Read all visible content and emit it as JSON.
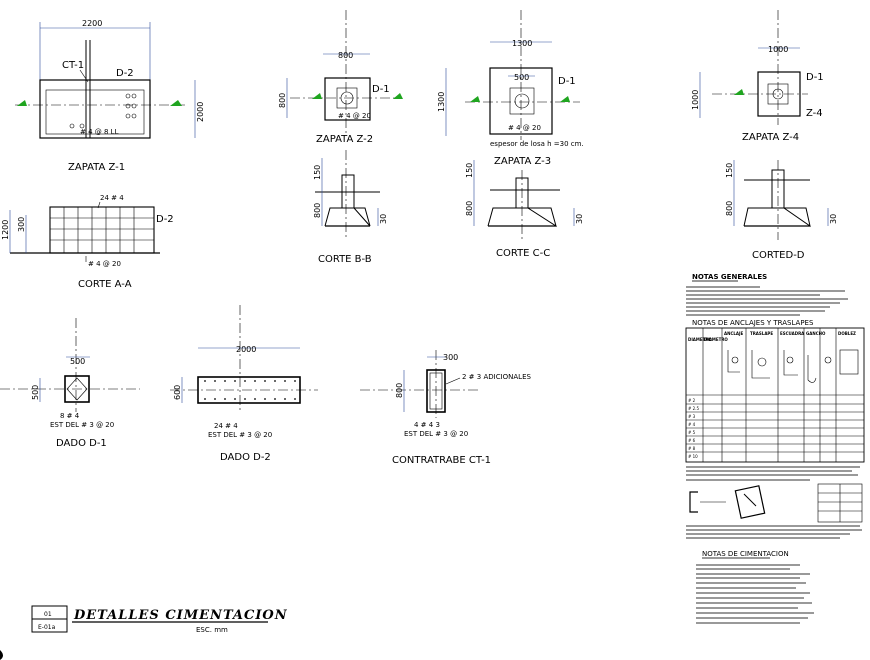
{
  "sheet": {
    "title": "DETALLES CIMENTACION",
    "scale_label": "ESC. mm",
    "sheet_top": "01",
    "sheet_bottom": "E-01a"
  },
  "z1": {
    "label": "ZAPATA Z-1",
    "dim_w": "2200",
    "dim_h": "2000",
    "ct": "CT-1",
    "d": "D-2",
    "rebar": "# 4 @ 8 LL"
  },
  "ca": {
    "label": "CORTE A-A",
    "top_rebar": "24 # 4",
    "bot_rebar": "# 4 @ 20",
    "d": "D-2",
    "dim_h": "1200",
    "dim_s": "300"
  },
  "z2": {
    "label": "ZAPATA Z-2",
    "dim_w": "800",
    "dim_h": "800",
    "d": "D-1",
    "rebar": "# 4 @ 20"
  },
  "bb": {
    "label": "CORTE B-B",
    "dim_top": "150",
    "dim_mid": "800",
    "dim_bot": "30"
  },
  "z3": {
    "label": "ZAPATA Z-3",
    "dim_w": "1300",
    "dim_inner": "500",
    "dim_h": "1300",
    "d": "D-1",
    "rebar": "# 4 @ 20",
    "note": "espesor de losa h =30 cm."
  },
  "cc": {
    "label": "CORTE C-C",
    "dim_top": "150",
    "dim_mid": "800",
    "dim_bot": "30"
  },
  "z4": {
    "label": "ZAPATA Z-4",
    "dim_w": "1000",
    "dim_h": "1000",
    "d": "D-1",
    "z": "Z-4"
  },
  "dd": {
    "label": "CORTED-D",
    "dim_top": "150",
    "dim_mid": "800",
    "dim_bot": "30"
  },
  "d1": {
    "label": "DADO D-1",
    "dim_w": "500",
    "dim_h": "500",
    "rebar1": "8 # 4",
    "rebar2": "EST DEL # 3 @ 20"
  },
  "d2": {
    "label": "DADO D-2",
    "dim_w": "2000",
    "dim_h": "600",
    "rebar1": "24 # 4",
    "rebar2": "EST DEL # 3 @ 20"
  },
  "ct1": {
    "label": "CONTRATRABE CT-1",
    "dim_w": "300",
    "dim_h": "800",
    "adic": "2 # 3 ADICIONALES",
    "rebar1": "4 # 4 3",
    "rebar2": "EST DEL # 3 @ 20"
  },
  "notes": {
    "gen_title": "NOTAS GENERALES",
    "table_title": "NOTAS DE ANCLAJES Y TRASLAPES",
    "cim_title": "NOTAS DE CIMENTACION",
    "col_headers": [
      "DIAMETRO",
      "DIAMETRO",
      "ANCLAJE",
      "TRASLAPE",
      "ESCUADRA",
      "GANCHO",
      "DOBLEZ"
    ],
    "row_labels": [
      "# 2",
      "# 2.5",
      "# 3",
      "# 4",
      "# 5",
      "# 6",
      "# 8",
      "# 10"
    ]
  },
  "colors": {
    "dimension": "#2a4a9a",
    "level_marker": "#1fa51f",
    "line": "#000000"
  }
}
